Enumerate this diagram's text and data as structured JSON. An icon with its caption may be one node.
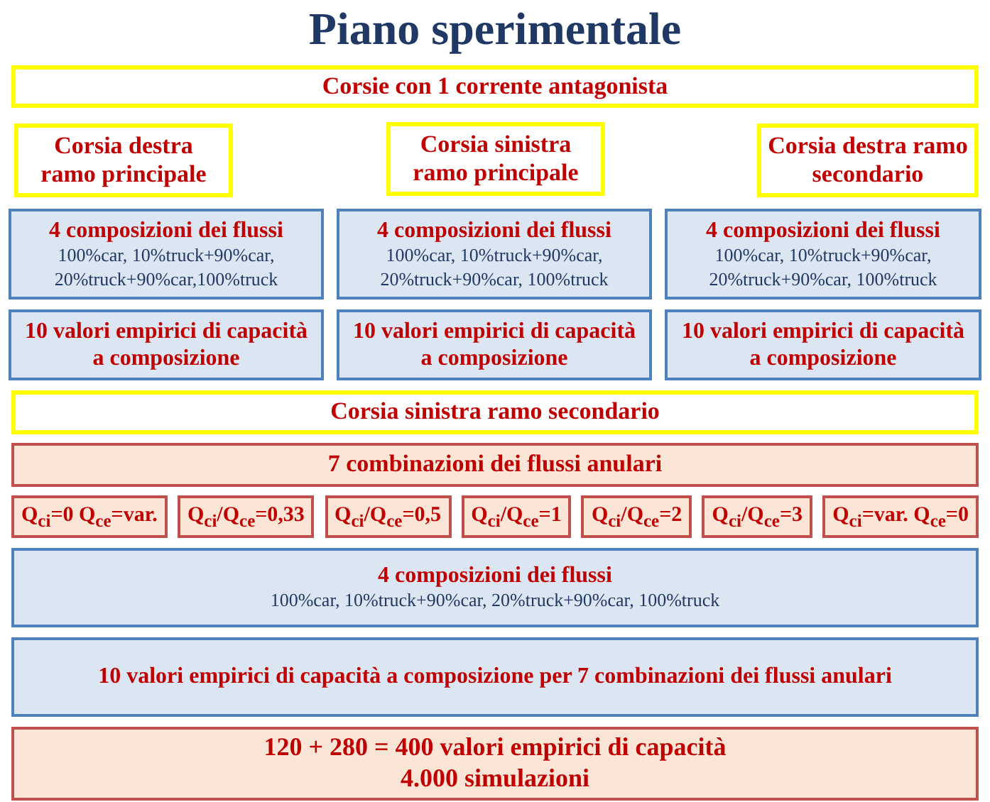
{
  "diagram": {
    "title": "Piano sperimentale",
    "nodes": [
      {
        "text": [
          "Corsie con 1 corrente antagonista"
        ]
      },
      {
        "text": [
          "Corsia destra ramo principale"
        ]
      },
      {
        "text": [
          "Corsia sinistra ramo principale"
        ]
      },
      {
        "text": [
          "Corsia destra ramo secondario"
        ]
      },
      {
        "text": [
          "4 composizioni dei flussi",
          "100%car, 10%truck+90%car, 20%truck+90%car,100%truck"
        ]
      },
      {
        "text": [
          "4 composizioni dei flussi",
          "100%car, 10%truck+90%car, 20%truck+90%car, 100%truck"
        ]
      },
      {
        "text": [
          "4 composizioni dei flussi",
          "100%car, 10%truck+90%car, 20%truck+90%car, 100%truck"
        ]
      },
      {
        "text": [
          "10 valori empirici di capacità a composizione"
        ]
      },
      {
        "text": [
          "10 valori empirici di capacità a composizione"
        ]
      },
      {
        "text": [
          "10 valori empirici di capacità a composizione"
        ]
      },
      {
        "text": [
          "Corsia sinistra ramo secondario"
        ]
      },
      {
        "text": [
          "7 combinazioni dei flussi anulari"
        ]
      },
      {
        "text": [
          "Q$_{ci}$=0 Q$_{ce}$=var."
        ]
      },
      {
        "text": [
          "Q$_{ci}$/Q$_{ce}$=0,33"
        ]
      },
      {
        "text": [
          "Q$_{ci}$/Q$_{ce}$=0,5"
        ]
      },
      {
        "text": [
          "Q$_{ci}$/Q$_{ce}$=1"
        ]
      },
      {
        "text": [
          "Q$_{ci}$/Q$_{ce}$=2"
        ]
      },
      {
        "text": [
          "Q$_{ci}$/Q$_{ce}$=3"
        ]
      },
      {
        "text": [
          "Q$_{ci}$=var. Q$_{ce}$=0"
        ]
      },
      {
        "text": [
          "4 composizioni dei flussi",
          "100%car, 10%truck+90%car, 20%truck+90%car, 100%truck"
        ]
      },
      {
        "text": [
          "10 valori empirici di capacità a composizione per 7 combinazioni dei flussi anulari"
        ]
      },
      {
        "text": [
          "120 + 280 = 400 valori empirici di capacità",
          "4.000 simulazioni"
        ]
      }
    ]
  }
}
